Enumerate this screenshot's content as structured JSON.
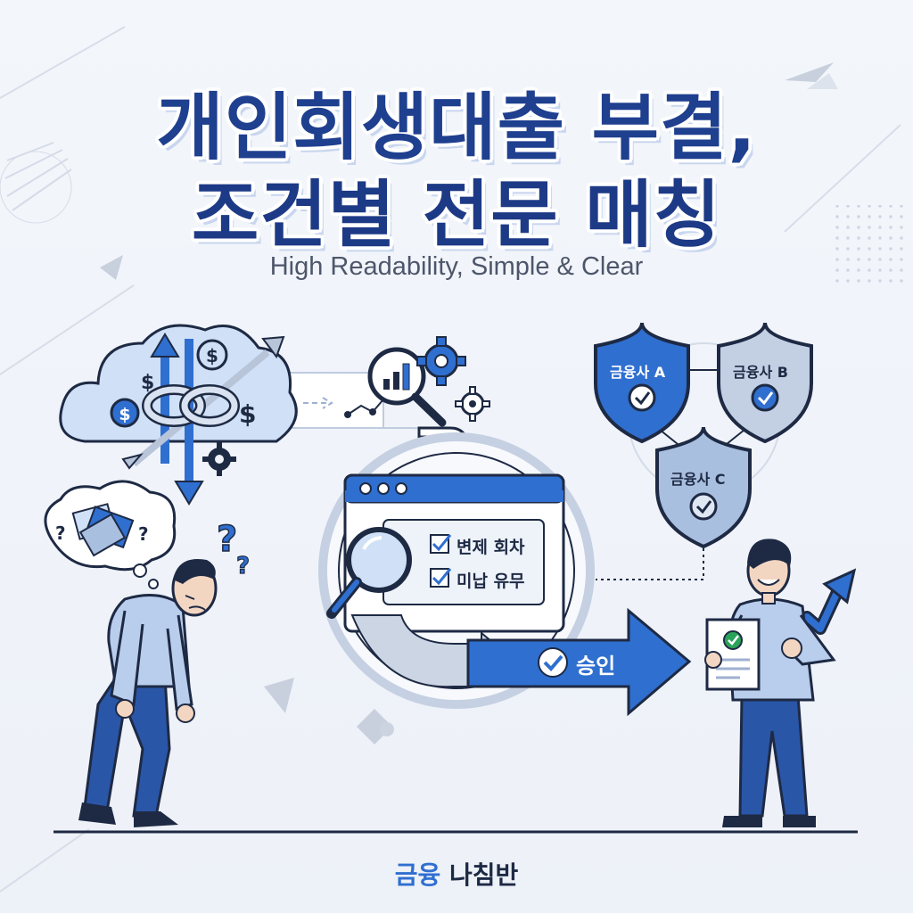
{
  "title": {
    "line1": "개인회생대출 부결,",
    "line2": "조건별 전문 매칭"
  },
  "subtitle": "High Readability, Simple & Clear",
  "shields": {
    "a": "금융사 A",
    "b": "금융사 B",
    "c": "금융사 C"
  },
  "checklist": {
    "item1": "변제 회차",
    "item2": "미납 유무"
  },
  "approve_label": "승인",
  "footer": {
    "brand1": "금융",
    "brand2": "나침반"
  },
  "colors": {
    "primary": "#2f6fd0",
    "dark_navy": "#1d3a86",
    "light_blue": "#cfe0f7",
    "outline": "#1e2a44"
  },
  "icons": [
    "dollar-icon",
    "gear-icon",
    "bar-chart-icon",
    "magnifier-icon",
    "check-icon",
    "question-icon",
    "shield-icon",
    "document-icon"
  ]
}
